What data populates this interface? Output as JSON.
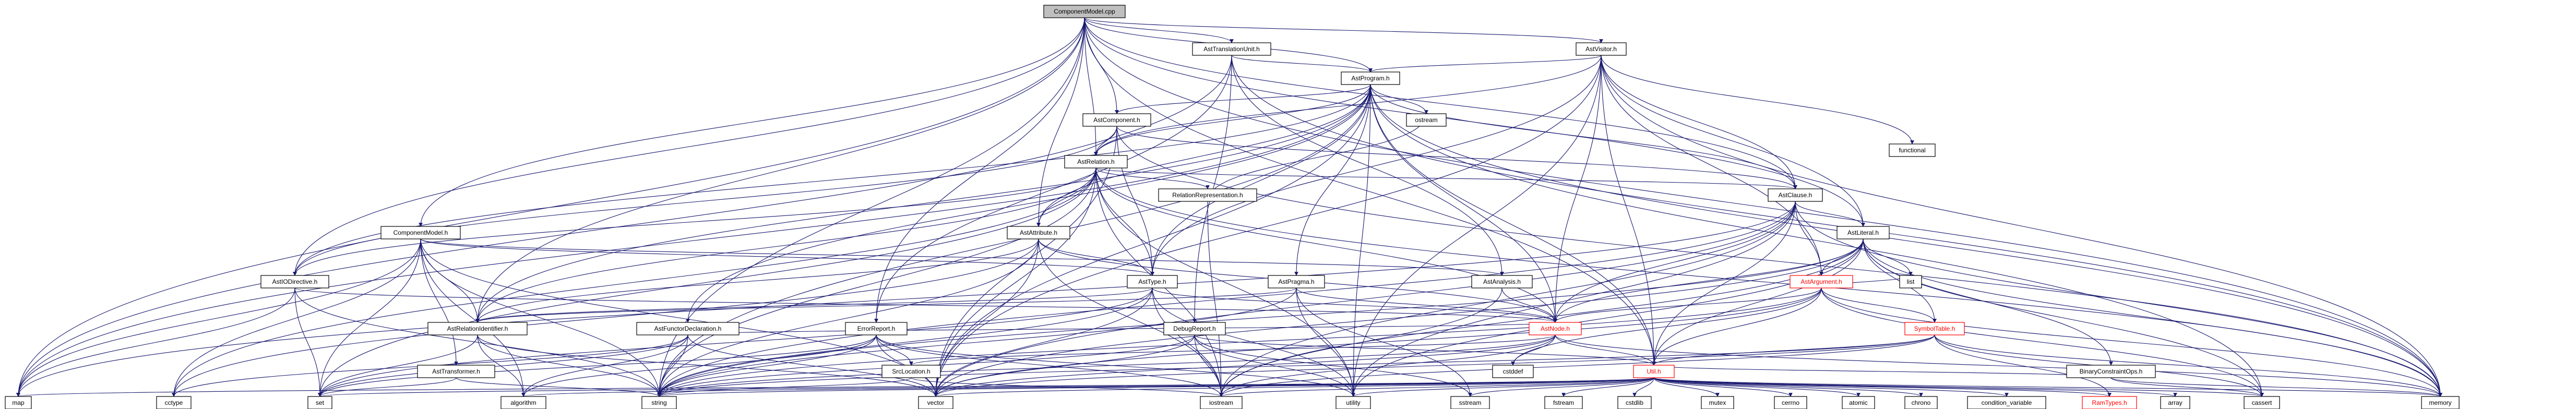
{
  "title": "ComponentModel.cpp",
  "colors": {
    "edge": "#191970",
    "root_fill": "#bfbfbf",
    "node_fill": "#ffffff",
    "incomplete_stroke": "#ff0000"
  },
  "nodes": {
    "componentmodel_cpp": "ComponentModel.cpp",
    "astvisitor_h": "AstVisitor.h",
    "asttranslationunit_h": "AstTranslationUnit.h",
    "astprogram_h": "AstProgram.h",
    "functional": "functional",
    "astcomponent_h": "AstComponent.h",
    "ostream_a": "ostream",
    "astrelation_h": "AstRelation.h",
    "relationrepresentation_h": "RelationRepresentation.h",
    "astclause_h": "AstClause.h",
    "componentmodel_h": "ComponentModel.h",
    "astattribute_h": "AstAttribute.h",
    "astliteral_h": "AstLiteral.h",
    "astiodirective_h": "AstIODirective.h",
    "asttype_h": "AstType.h",
    "astpragma_h": "AstPragma.h",
    "astanalysis_h": "AstAnalysis.h",
    "list": "list",
    "astargument_h": "AstArgument.h",
    "astfunctordeclaration_h": "AstFunctorDeclaration.h",
    "errorreport_h": "ErrorReport.h",
    "debugreport_h": "DebugReport.h",
    "astnode_h": "AstNode.h",
    "symboltable_h": "SymbolTable.h",
    "astrelationidentifier_h": "AstRelationIdentifier.h",
    "asttransformer_h": "AstTransformer.h",
    "srclocation_h": "SrcLocation.h",
    "cstddef": "cstddef",
    "util_h": "Util.h",
    "binaryconstraintops_h": "BinaryConstraintOps.h",
    "map": "map",
    "cctype": "cctype",
    "set": "set",
    "algorithm": "algorithm",
    "string": "string",
    "vector": "vector",
    "iostream": "iostream",
    "utility": "utility",
    "sstream": "sstream",
    "fstream": "fstream",
    "cstdlib": "cstdlib",
    "mutex": "mutex",
    "cerrno": "cerrno",
    "atomic": "atomic",
    "chrono": "chrono",
    "condition_variable": "condition_variable",
    "ramtypes_h": "RamTypes.h",
    "array": "array",
    "cassert": "cassert",
    "memory": "memory"
  }
}
